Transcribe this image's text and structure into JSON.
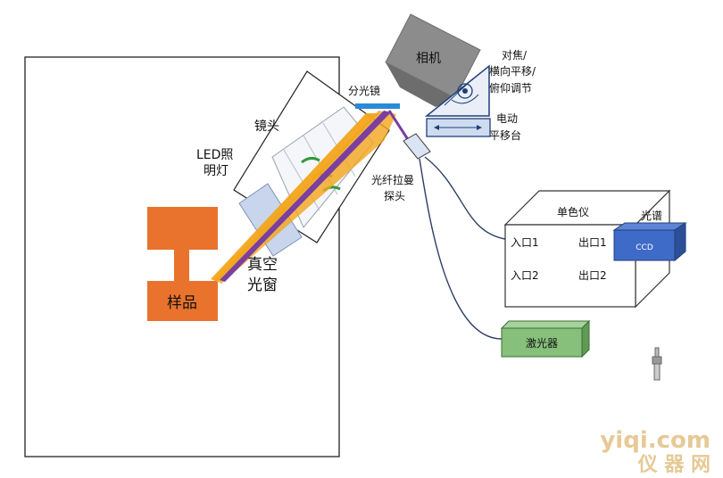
{
  "labels": {
    "camera": "相机",
    "beamsplitter": "分光镜",
    "focus_line1": "对焦/",
    "focus_line2": "横向平移/",
    "focus_line3": "俯仰调节",
    "stage_line1": "电动",
    "stage_line2": "平移台",
    "lens": "镜头",
    "led_line1": "LED照",
    "led_line2": "明灯",
    "raman_line1": "光纤拉曼",
    "raman_line2": "探头",
    "window_line1": "真空",
    "window_line2": "光窗",
    "sample": "样品",
    "monochromator": "单色仪",
    "spectrum": "光谱",
    "inlet1": "入口1",
    "inlet2": "入口2",
    "outlet1": "出口1",
    "outlet2": "出口2",
    "ccd": "CCD",
    "laser": "激光器",
    "watermark_url": "yiqi.com",
    "watermark_cn": "仪  器  网"
  },
  "colors": {
    "sample": "#e9732d",
    "beam_orange": "#f2a51c",
    "beam_purple": "#7b3fa0",
    "beamsplitter": "#2a8ad8",
    "camera": "#8c8c8c",
    "ccd": "#3f6bc8",
    "laser": "#86c07a",
    "stage": "#cfdcf0",
    "lens_green": "#2d9a3c"
  }
}
